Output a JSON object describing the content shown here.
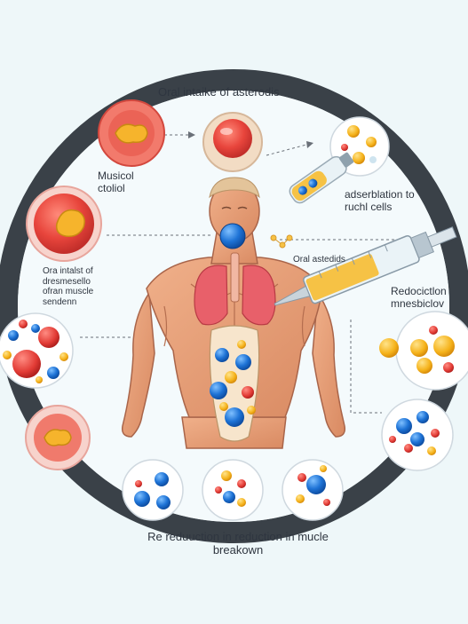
{
  "labels": {
    "title": "Oral intaike of asterodis",
    "musical_cortisol_line1": "Musicol",
    "musical_cortisol_line2": "ctoliol",
    "absorption_line1": "adserblation to",
    "absorption_line2": "ruchl cells",
    "oral_steroids": "Oral astedids",
    "oral_intake_line1": "Ora intalst of",
    "oral_intake_line2": "dresmesello",
    "oral_intake_line3": "ofran muscle",
    "oral_intake_line4": "sendenn",
    "reduction_line1": "Redocictlon",
    "reduction_line2": "mnesbiclov",
    "bottom_line1": "Re reduuction in reduction in mucle",
    "bottom_line2": "breakown"
  },
  "colors": {
    "ring": "#3a4148",
    "cell_red": "#e8453c",
    "molecule_blue": "#1e73d6",
    "molecule_yellow": "#f5b21a",
    "skin": "#e8a079",
    "syringe_liquid": "#f6c245"
  },
  "icons": [
    "arrow-icon",
    "cell-icon",
    "molecule-icon",
    "syringe-icon",
    "vial-icon",
    "body-icon",
    "lungs-icon"
  ]
}
